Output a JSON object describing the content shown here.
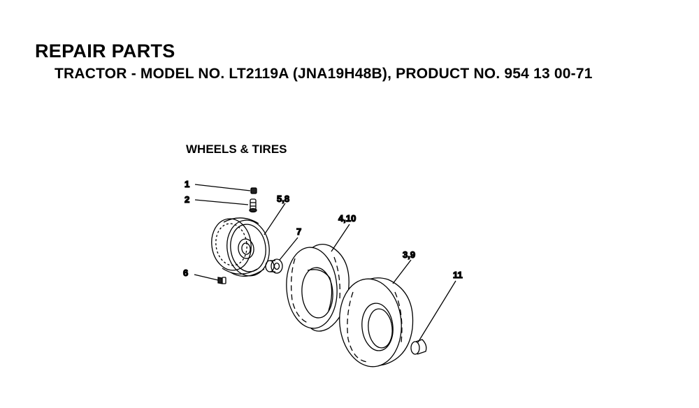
{
  "header": {
    "title": "REPAIR PARTS",
    "subtitle": "TRACTOR - MODEL NO. LT2119A (JNA19H48B), PRODUCT NO. 954 13 00-71"
  },
  "section": {
    "title": "WHEELS & TIRES"
  },
  "callouts": [
    {
      "id": "c1",
      "label": "1",
      "part": "valve-cap"
    },
    {
      "id": "c2",
      "label": "2",
      "part": "valve-stem"
    },
    {
      "id": "c58",
      "label": "5,8",
      "part": "rim"
    },
    {
      "id": "c7",
      "label": "7",
      "part": "bushing"
    },
    {
      "id": "c410",
      "label": "4,10",
      "part": "front-tire"
    },
    {
      "id": "c39",
      "label": "3,9",
      "part": "rear-tire"
    },
    {
      "id": "c6",
      "label": "6",
      "part": "screw"
    },
    {
      "id": "c11",
      "label": "11",
      "part": "hub-cap"
    }
  ]
}
